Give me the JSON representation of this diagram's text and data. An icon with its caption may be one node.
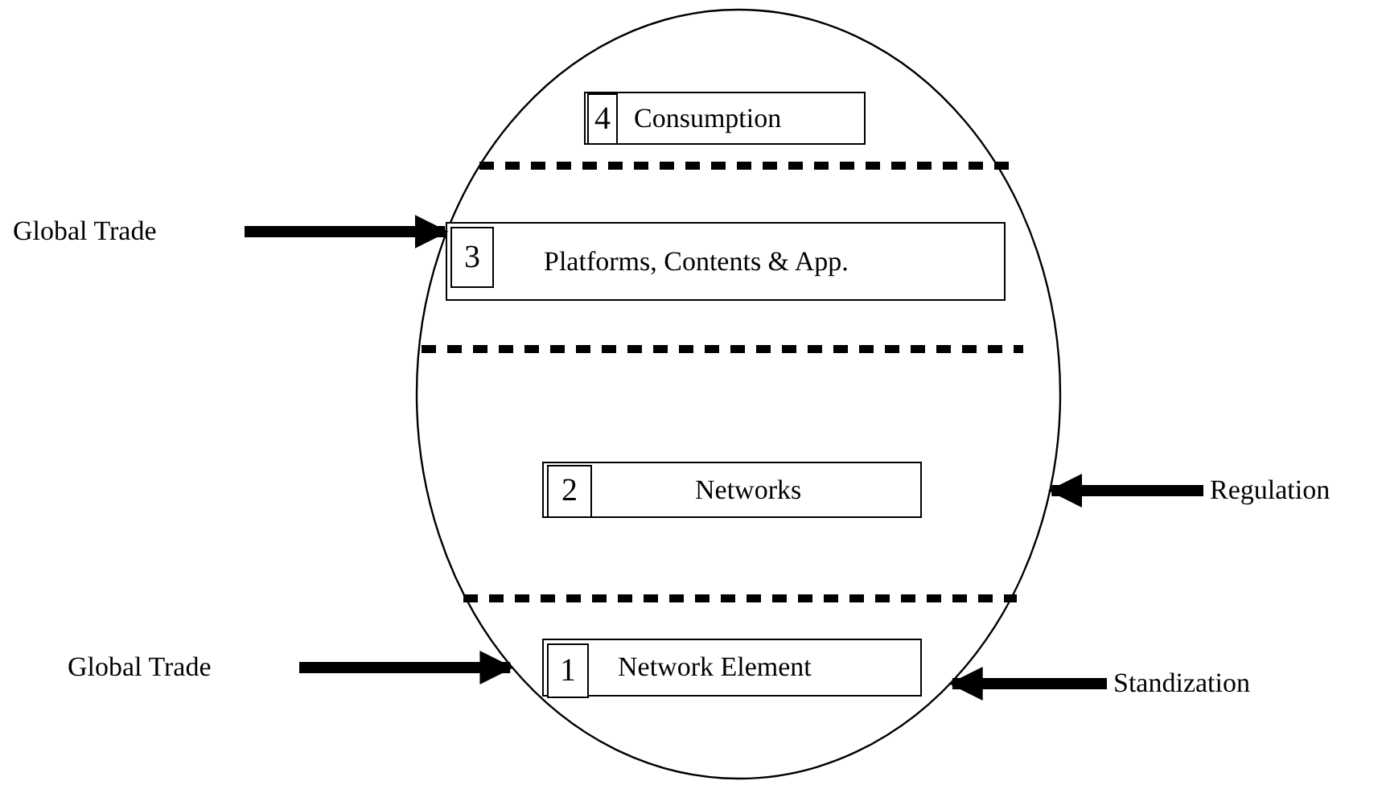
{
  "diagram": {
    "nodes": [
      {
        "text": [],
        "shape": "ellipse"
      },
      {
        "text": [
          "Consumption"
        ],
        "in": 0
      },
      {
        "text": [
          "4"
        ],
        "in": 1
      },
      {
        "text": [
          "Platforms, Contents & App."
        ],
        "in": 0
      },
      {
        "text": [
          "3"
        ],
        "in": 3
      },
      {
        "text": [
          "Networks"
        ],
        "in": 0
      },
      {
        "text": [
          "2"
        ],
        "in": 5
      },
      {
        "text": [
          "Network Element"
        ],
        "in": 0
      },
      {
        "text": [
          "1"
        ],
        "in": 7
      },
      {
        "text": [
          "Global Trade"
        ]
      },
      {
        "text": [
          "Regulation"
        ]
      },
      {
        "text": [
          "Global Trade"
        ]
      },
      {
        "text": [
          "Standization"
        ]
      }
    ],
    "edges": [
      {
        "from": 9,
        "to": 0,
        "arrow": "to"
      },
      {
        "from": 10,
        "to": 0,
        "arrow": "to"
      },
      {
        "from": 11,
        "to": 0,
        "arrow": "to"
      },
      {
        "from": 12,
        "to": 0,
        "arrow": "to"
      }
    ]
  }
}
